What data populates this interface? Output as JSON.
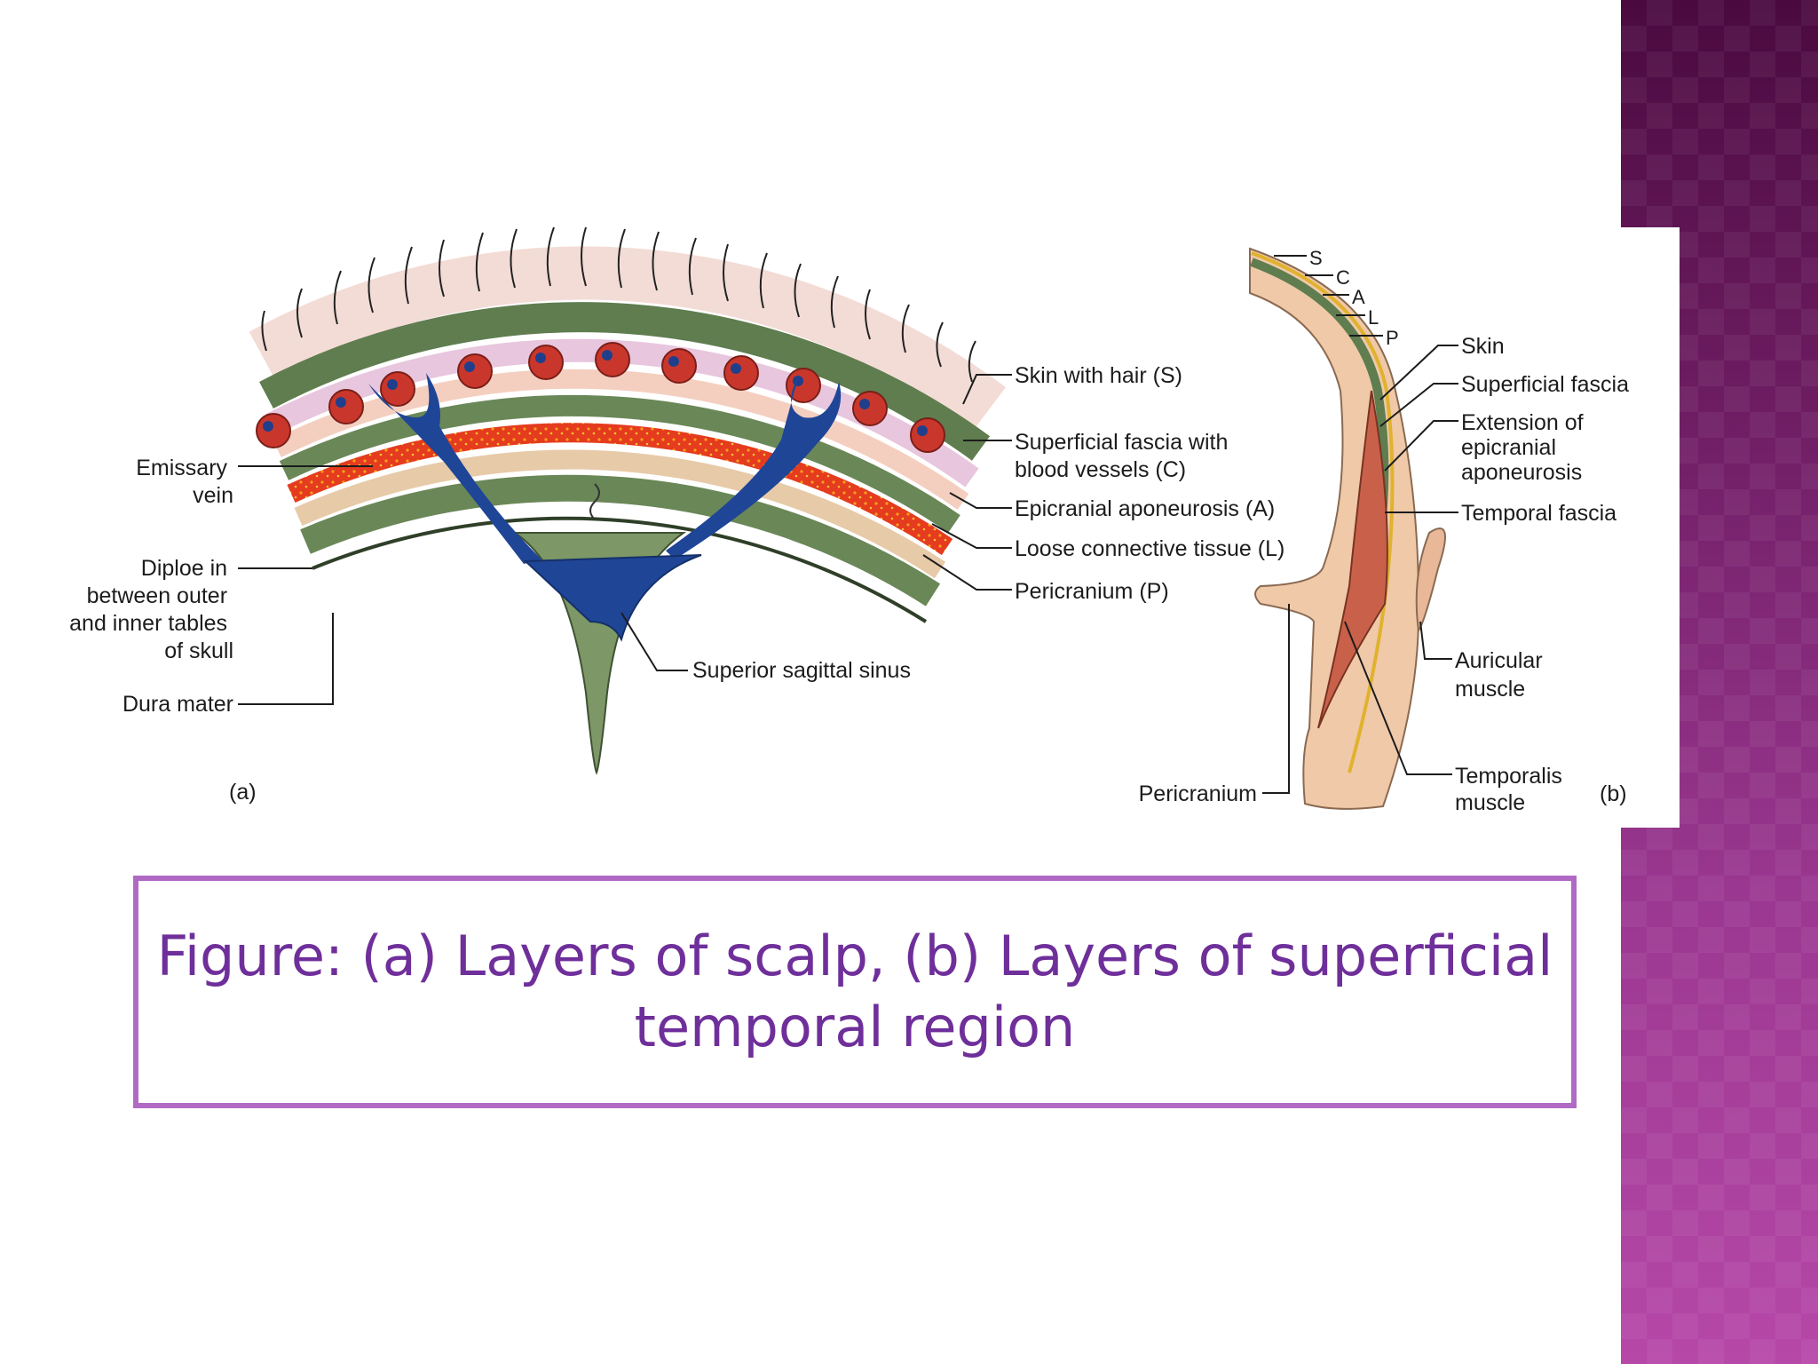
{
  "colors": {
    "side_band": "#7b2470",
    "caption_border": "#b06ac4",
    "caption_text": "#6f2f9a",
    "vein": "#1f4596",
    "aponeurosis": "#5f7d4f",
    "loose_tissue": "#e8c6de",
    "diploe": "#e53b1e",
    "skin": "#f0d6d2"
  },
  "diagram_a": {
    "panel_label": "(a)",
    "labels": {
      "emissary_vein": [
        "Emissary",
        "vein"
      ],
      "diploe": [
        "Diploe in",
        "between outer",
        "and inner tables",
        "of skull"
      ],
      "dura_mater": "Dura mater",
      "skin_with_hair": "Skin with hair (S)",
      "superficial_fascia": [
        "Superficial fascia with",
        "blood vessels (C)"
      ],
      "epicranial_aponeurosis": "Epicranial aponeurosis (A)",
      "loose_connective": "Loose connective tissue (L)",
      "pericranium": "Pericranium (P)",
      "superior_sagittal_sinus": "Superior sagittal sinus"
    }
  },
  "diagram_b": {
    "panel_label": "(b)",
    "layer_letters": [
      "S",
      "C",
      "A",
      "L",
      "P"
    ],
    "labels": {
      "skin": "Skin",
      "superficial_fascia": "Superficial fascia",
      "extension": [
        "Extension of",
        "epicranial",
        "aponeurosis"
      ],
      "temporal_fascia": "Temporal fascia",
      "auricular_muscle": [
        "Auricular",
        "muscle"
      ],
      "temporalis_muscle": [
        "Temporalis",
        "muscle"
      ],
      "pericranium": "Pericranium"
    }
  },
  "caption": {
    "text": "Figure: (a) Layers of scalp, (b) Layers of superficial temporal region"
  }
}
